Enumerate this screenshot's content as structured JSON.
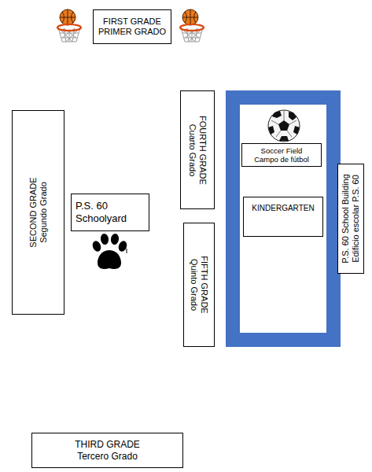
{
  "diagram": {
    "nodes": [
      {
        "text": [
          "FIRST GRADE",
          "PRIMER GRADO"
        ]
      },
      {
        "text": [
          "SECOND GRADE",
          "Segundo Grado"
        ]
      },
      {
        "text": [
          "P.S. 60",
          "Schoolyard"
        ]
      },
      {
        "text": [
          "FOURTH GRADE",
          "Cuarto Grado"
        ]
      },
      {
        "text": [
          "FIFTH GRADE",
          "Quinto Grado"
        ]
      },
      {
        "text": [
          "Soccer Field",
          "Campo de fútbol"
        ]
      },
      {
        "text": [
          "KINDERGARTEN"
        ]
      },
      {
        "text": [
          "P.S. 60 School Building",
          "Edificio escolar P.S. 60"
        ]
      },
      {
        "text": [
          "THIRD GRADE",
          "Tercero Grado"
        ]
      }
    ]
  }
}
